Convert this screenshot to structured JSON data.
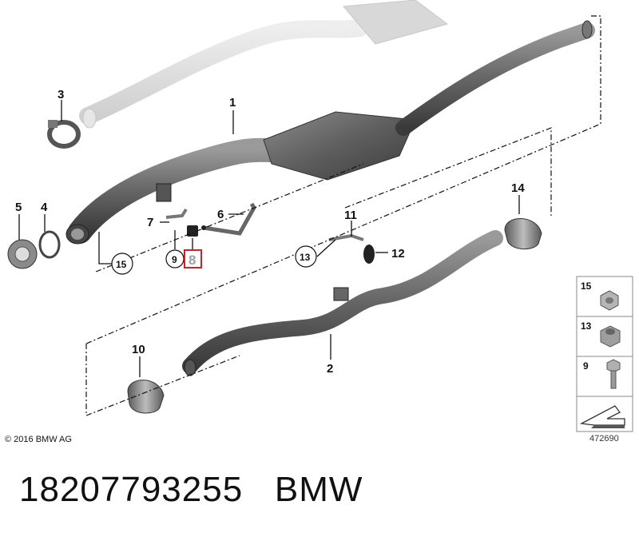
{
  "diagram": {
    "copyright": "© 2016 BMW AG",
    "diagram_number": "472690",
    "highlight_color": "#d0202a",
    "callouts": {
      "c1": "1",
      "c2": "2",
      "c3": "3",
      "c4": "4",
      "c5": "5",
      "c6": "6",
      "c7": "7",
      "c8": "8",
      "c9": "9",
      "c10": "10",
      "c11": "11",
      "c12": "12",
      "c13": "13",
      "c14": "14",
      "c15": "15"
    },
    "side_panel": {
      "s15": "15",
      "s13": "13",
      "s9": "9"
    }
  },
  "footer": {
    "part_number": "18207793255",
    "brand": "BMW"
  }
}
